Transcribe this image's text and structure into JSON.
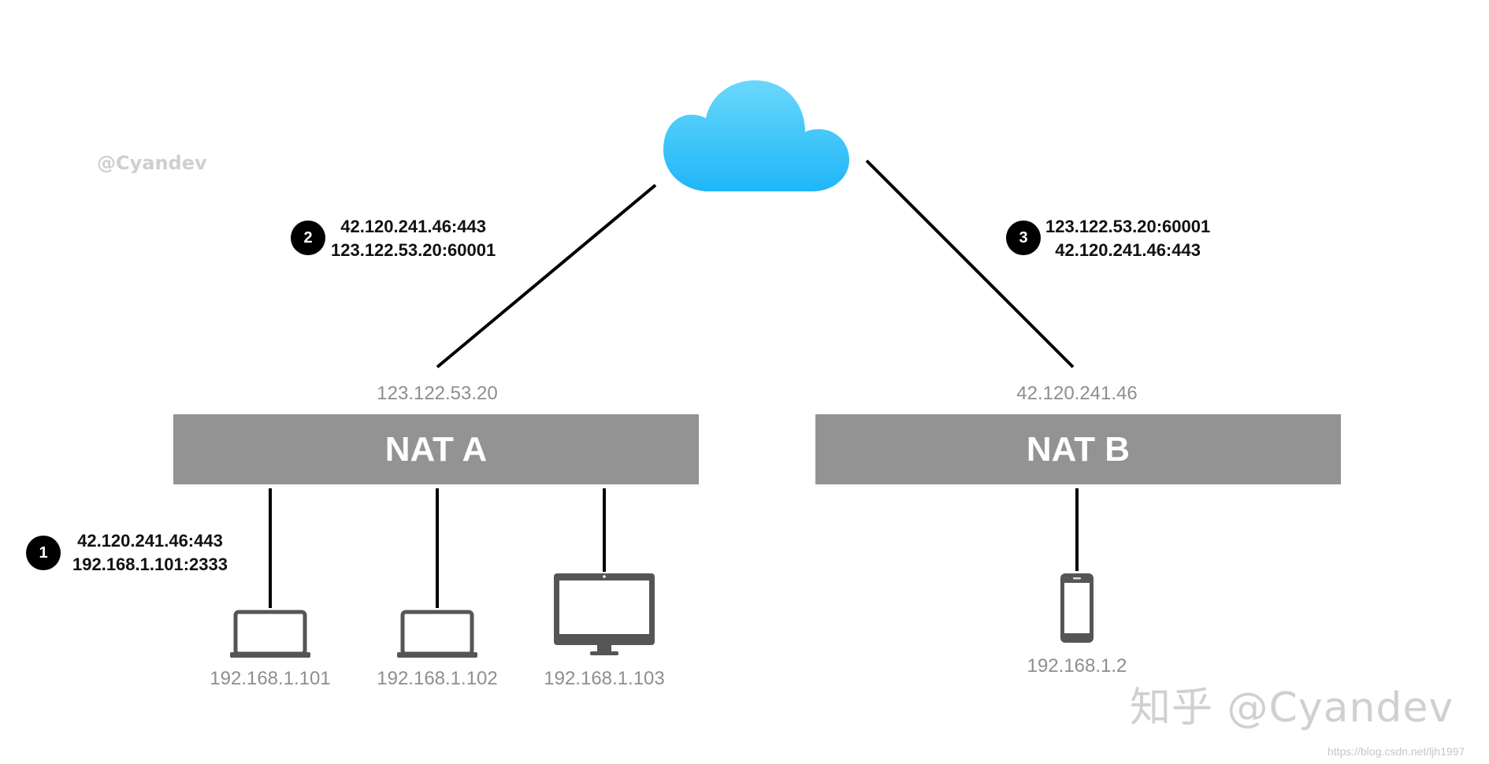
{
  "watermark": {
    "top_left": "@Cyandev",
    "bottom_right": "知乎 @Cyandev",
    "url": "https://blog.csdn.net/ljh1997"
  },
  "nat_a": {
    "label": "NAT A",
    "public_ip": "123.122.53.20"
  },
  "nat_b": {
    "label": "NAT B",
    "public_ip": "42.120.241.46"
  },
  "devices": [
    {
      "icon": "laptop-icon",
      "ip": "192.168.1.101"
    },
    {
      "icon": "laptop-icon",
      "ip": "192.168.1.102"
    },
    {
      "icon": "monitor-icon",
      "ip": "192.168.1.103"
    },
    {
      "icon": "phone-icon",
      "ip": "192.168.1.2"
    }
  ],
  "steps": [
    {
      "number": "1",
      "dst": "42.120.241.46:443",
      "src": "192.168.1.101:2333"
    },
    {
      "number": "2",
      "dst": "42.120.241.46:443",
      "src": "123.122.53.20:60001"
    },
    {
      "number": "3",
      "dst": "123.122.53.20:60001",
      "src": "42.120.241.46:443"
    }
  ],
  "colors": {
    "nat_fill": "#939393",
    "cloud_top": "#6ad8fb",
    "cloud_bottom": "#1fb6f8",
    "device": "#555555",
    "line": "#000000"
  }
}
